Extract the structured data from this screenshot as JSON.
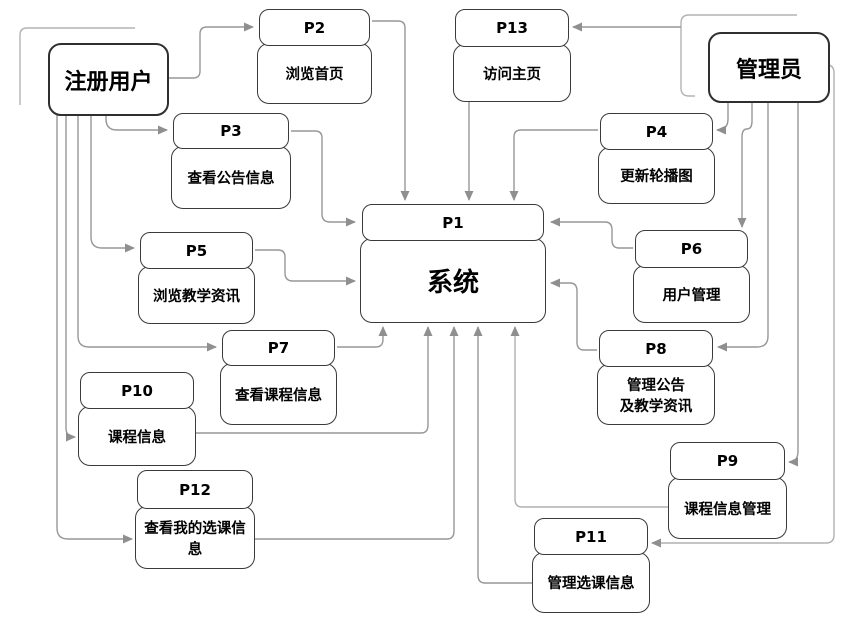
{
  "diagram": {
    "title_hint": "course-system data flow diagram",
    "colors": {
      "background": "#ffffff",
      "connector": "#979797",
      "border": "#3a3a3a",
      "text": "#000000"
    },
    "actors": {
      "user": {
        "label": "注册用户"
      },
      "admin": {
        "label": "管理员"
      }
    },
    "nodes": {
      "p1": {
        "code": "P1",
        "label": "系统"
      },
      "p2": {
        "code": "P2",
        "label": "浏览首页"
      },
      "p3": {
        "code": "P3",
        "label": "查看公告信息"
      },
      "p4": {
        "code": "P4",
        "label": "更新轮播图"
      },
      "p5": {
        "code": "P5",
        "label": "浏览教学资讯"
      },
      "p6": {
        "code": "P6",
        "label": "用户管理"
      },
      "p7": {
        "code": "P7",
        "label": "查看课程信息"
      },
      "p8": {
        "code": "P8",
        "label": "管理公告\n及教学资讯"
      },
      "p9": {
        "code": "P9",
        "label": "课程信息管理"
      },
      "p10": {
        "code": "P10",
        "label": "课程信息"
      },
      "p11": {
        "code": "P11",
        "label": "管理选课信息"
      },
      "p12": {
        "code": "P12",
        "label": "查看我的选课信息"
      },
      "p13": {
        "code": "P13",
        "label": "访问主页"
      }
    },
    "edges": [
      {
        "from": "user",
        "to": "p2"
      },
      {
        "from": "user",
        "to": "p3"
      },
      {
        "from": "user",
        "to": "p5"
      },
      {
        "from": "user",
        "to": "p7"
      },
      {
        "from": "user",
        "to": "p10"
      },
      {
        "from": "user",
        "to": "p12"
      },
      {
        "from": "admin",
        "to": "p13"
      },
      {
        "from": "admin",
        "to": "p4"
      },
      {
        "from": "admin",
        "to": "p6"
      },
      {
        "from": "admin",
        "to": "p8"
      },
      {
        "from": "admin",
        "to": "p9"
      },
      {
        "from": "admin",
        "to": "p11"
      },
      {
        "from": "p2",
        "to": "p1"
      },
      {
        "from": "p13",
        "to": "p1"
      },
      {
        "from": "p4",
        "to": "p1"
      },
      {
        "from": "p3",
        "to": "p1"
      },
      {
        "from": "p5",
        "to": "p1"
      },
      {
        "from": "p6",
        "to": "p1"
      },
      {
        "from": "p8",
        "to": "p1"
      },
      {
        "from": "p7",
        "to": "p1"
      },
      {
        "from": "p10",
        "to": "p1"
      },
      {
        "from": "p12",
        "to": "p1"
      },
      {
        "from": "p11",
        "to": "p1"
      },
      {
        "from": "p9",
        "to": "p1"
      }
    ]
  }
}
